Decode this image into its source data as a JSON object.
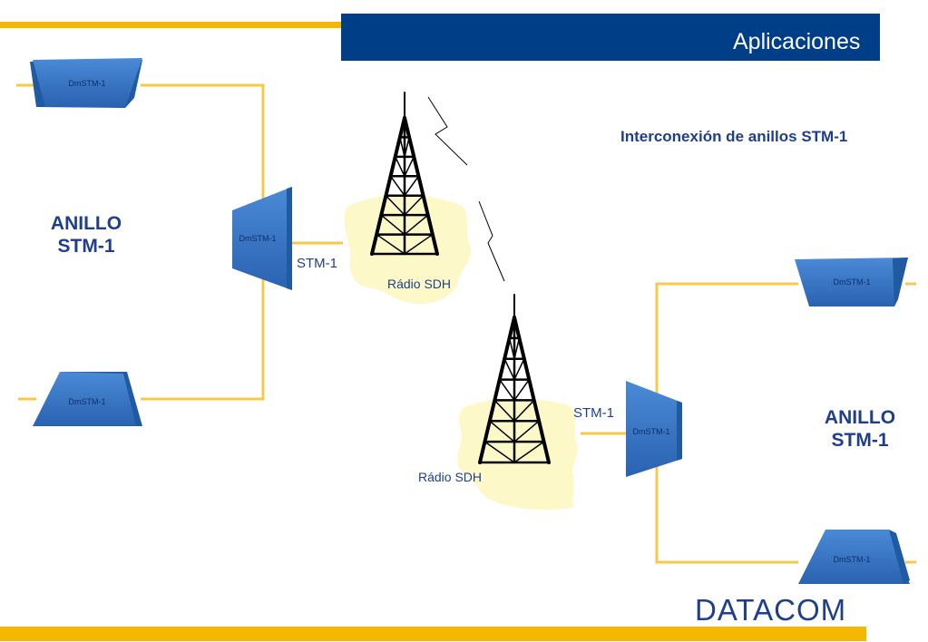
{
  "header": {
    "title": "Aplicaciones",
    "bar_color": "#003f87",
    "accent_color": "#f5b800"
  },
  "subtitle": "Interconexión de anillos STM-1",
  "rings": {
    "left": {
      "line1": "ANILLO",
      "line2": "STM-1"
    },
    "right": {
      "line1": "ANILLO",
      "line2": "STM-1"
    }
  },
  "links": {
    "left_label": "STM-1",
    "right_label": "STM-1"
  },
  "radios": {
    "left_label": "Rádio SDH",
    "right_label": "Rádio SDH"
  },
  "devices": {
    "top_left": "DmSTM-1",
    "bottom_left": "DmSTM-1",
    "mux_left": "DmSTM-1",
    "top_right": "DmSTM-1",
    "bottom_right": "DmSTM-1",
    "mux_right": "DmSTM-1",
    "color": "#2f6fc0"
  },
  "logo": "DATACOM",
  "icons": [
    "radio-tower-icon",
    "lightning-link-icon",
    "trapezoid-device-icon"
  ]
}
